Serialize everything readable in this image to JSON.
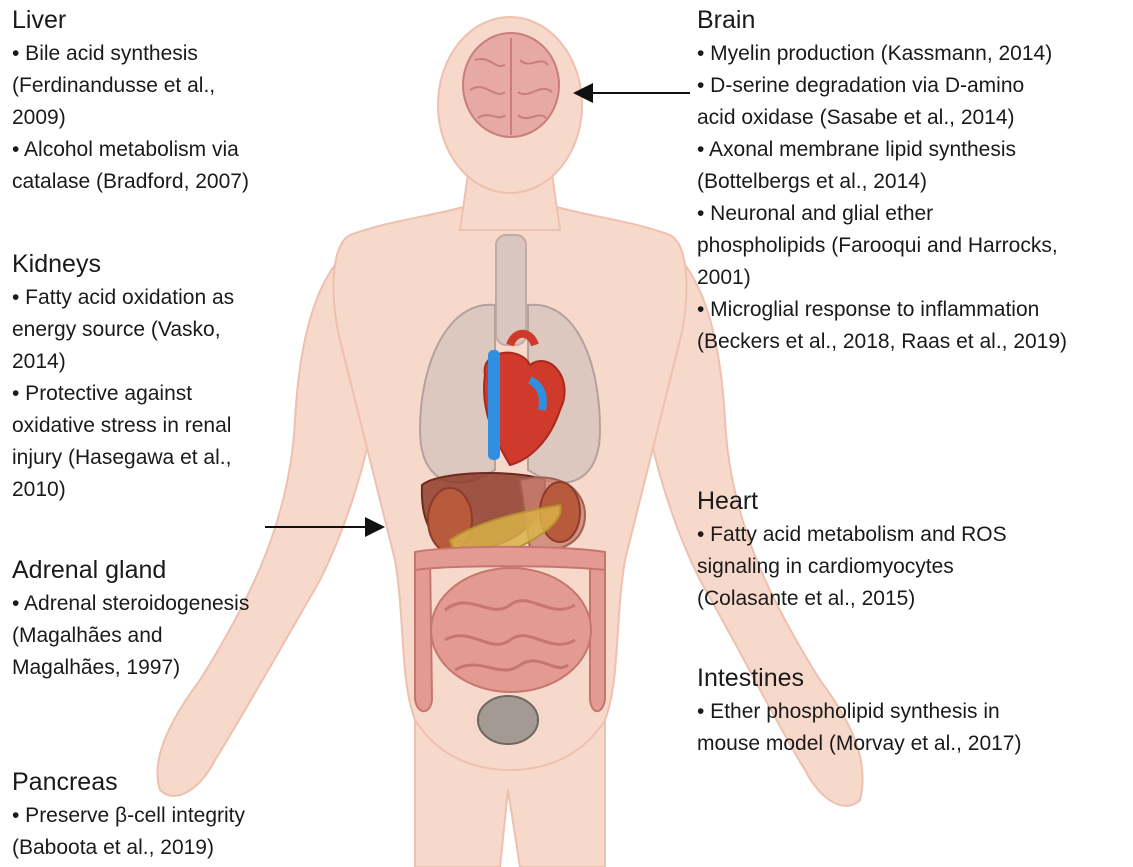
{
  "palette": {
    "skin": "#f7d9cc",
    "skin_edge": "#eec0ae",
    "brain": "#e7a9a4",
    "brain_fold": "#c97e7b",
    "lung": "#c9b9b6",
    "heart_red": "#cf3a2a",
    "heart_blue": "#2f8fe0",
    "liver": "#8e3b2a",
    "pancreas": "#d9b24a",
    "intestine": "#e39a92",
    "arrow": "#111111"
  },
  "sections": {
    "liver": {
      "title": "Liver",
      "lines": [
        "• Bile acid synthesis",
        "(Ferdinandusse et al.,",
        "2009)",
        "• Alcohol metabolism via",
        "catalase (Bradford, 2007)"
      ]
    },
    "kidneys": {
      "title": "Kidneys",
      "lines": [
        "• Fatty acid oxidation as",
        "energy source (Vasko,",
        "2014)",
        "• Protective against",
        "oxidative stress in renal",
        "injury (Hasegawa et al.,",
        "2010)"
      ]
    },
    "adrenal": {
      "title": "Adrenal gland",
      "lines": [
        "• Adrenal steroidogenesis",
        "(Magalhães and",
        "Magalhães, 1997)"
      ]
    },
    "pancreas": {
      "title": "Pancreas",
      "lines": [
        "• Preserve β-cell integrity",
        "(Baboota et al., 2019)"
      ]
    },
    "brain": {
      "title": "Brain",
      "lines": [
        "• Myelin production (Kassmann, 2014)",
        "• D-serine degradation via D-amino",
        "acid oxidase (Sasabe et al., 2014)",
        "• Axonal membrane lipid synthesis",
        "(Bottelbergs et al., 2014)",
        "• Neuronal and glial ether",
        "phospholipids (Farooqui and Harrocks,",
        "2001)",
        "• Microglial response to inflammation",
        "(Beckers et al., 2018, Raas et al., 2019)"
      ]
    },
    "heart": {
      "title": "Heart",
      "lines": [
        "• Fatty acid metabolism and ROS",
        "signaling in cardiomyocytes",
        "(Colasante et al., 2015)"
      ]
    },
    "intestines": {
      "title": "Intestines",
      "lines": [
        "• Ether phospholipid synthesis in",
        "mouse model (Morvay et al., 2017)"
      ]
    }
  }
}
